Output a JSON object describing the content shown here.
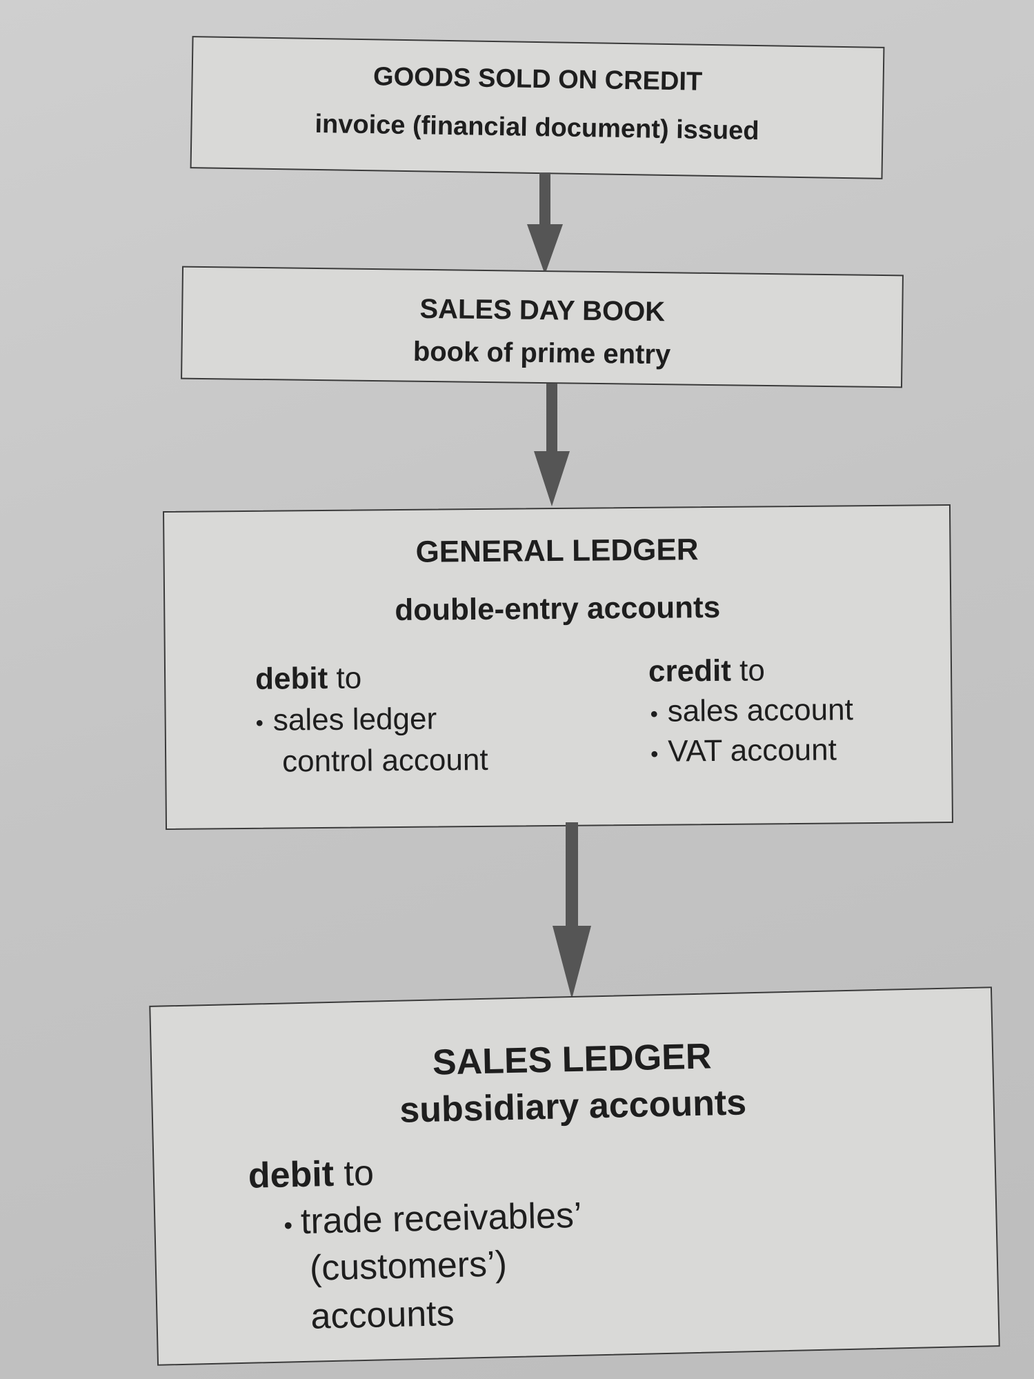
{
  "boxes": [
    {
      "title": "GOODS SOLD ON CREDIT",
      "subtitle": "invoice (financial document) issued"
    },
    {
      "title": "SALES DAY BOOK",
      "subtitle": "book of prime entry"
    },
    {
      "title": "GENERAL LEDGER",
      "subtitle": "double-entry accounts",
      "debit_label": "debit",
      "debit_to": "to",
      "debit_items": [
        "sales ledger",
        "control account"
      ],
      "credit_label": "credit",
      "credit_to": "to",
      "credit_items": [
        "sales account",
        "VAT account"
      ]
    },
    {
      "title": "SALES LEDGER",
      "subtitle": "subsidiary accounts",
      "debit_label": "debit",
      "debit_to": "to",
      "debit_items": [
        "trade receivables’",
        "(customers’)",
        "accounts"
      ]
    }
  ],
  "bullet": "•"
}
